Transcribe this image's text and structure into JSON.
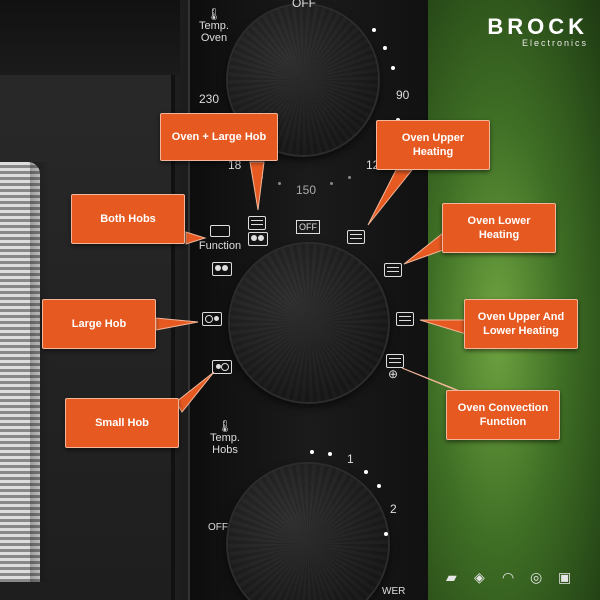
{
  "brand": {
    "name": "BROCK",
    "sub": "Electronics"
  },
  "top_knob": {
    "label_line1": "Temp.",
    "label_line2": "Oven",
    "scale": {
      "off": "OFF",
      "v90": "90",
      "v120": "12",
      "v150": "150",
      "v180": "18",
      "v230": "230"
    }
  },
  "function_knob": {
    "label": "Function",
    "off": "OFF"
  },
  "bottom_knob": {
    "label_line1": "Temp.",
    "label_line2": "Hobs",
    "off": "OFF",
    "v1": "1",
    "v2": "2",
    "power": "WER"
  },
  "callouts": {
    "oven_large_hob": "Oven + Large Hob",
    "oven_upper": "Oven Upper Heating",
    "both_hobs": "Both Hobs",
    "oven_lower": "Oven Lower Heating",
    "large_hob": "Large Hob",
    "oven_upper_lower": "Oven Upper And Lower Heating",
    "small_hob": "Small Hob",
    "oven_convection": "Oven Convection Function"
  },
  "colors": {
    "callout": "#e65a22",
    "green": "#4f8a2c",
    "panel": "#151515"
  },
  "food_icons": [
    "bread-slice-icon",
    "baguette-icon",
    "croissant-icon",
    "donut-icon",
    "toast-icon"
  ]
}
